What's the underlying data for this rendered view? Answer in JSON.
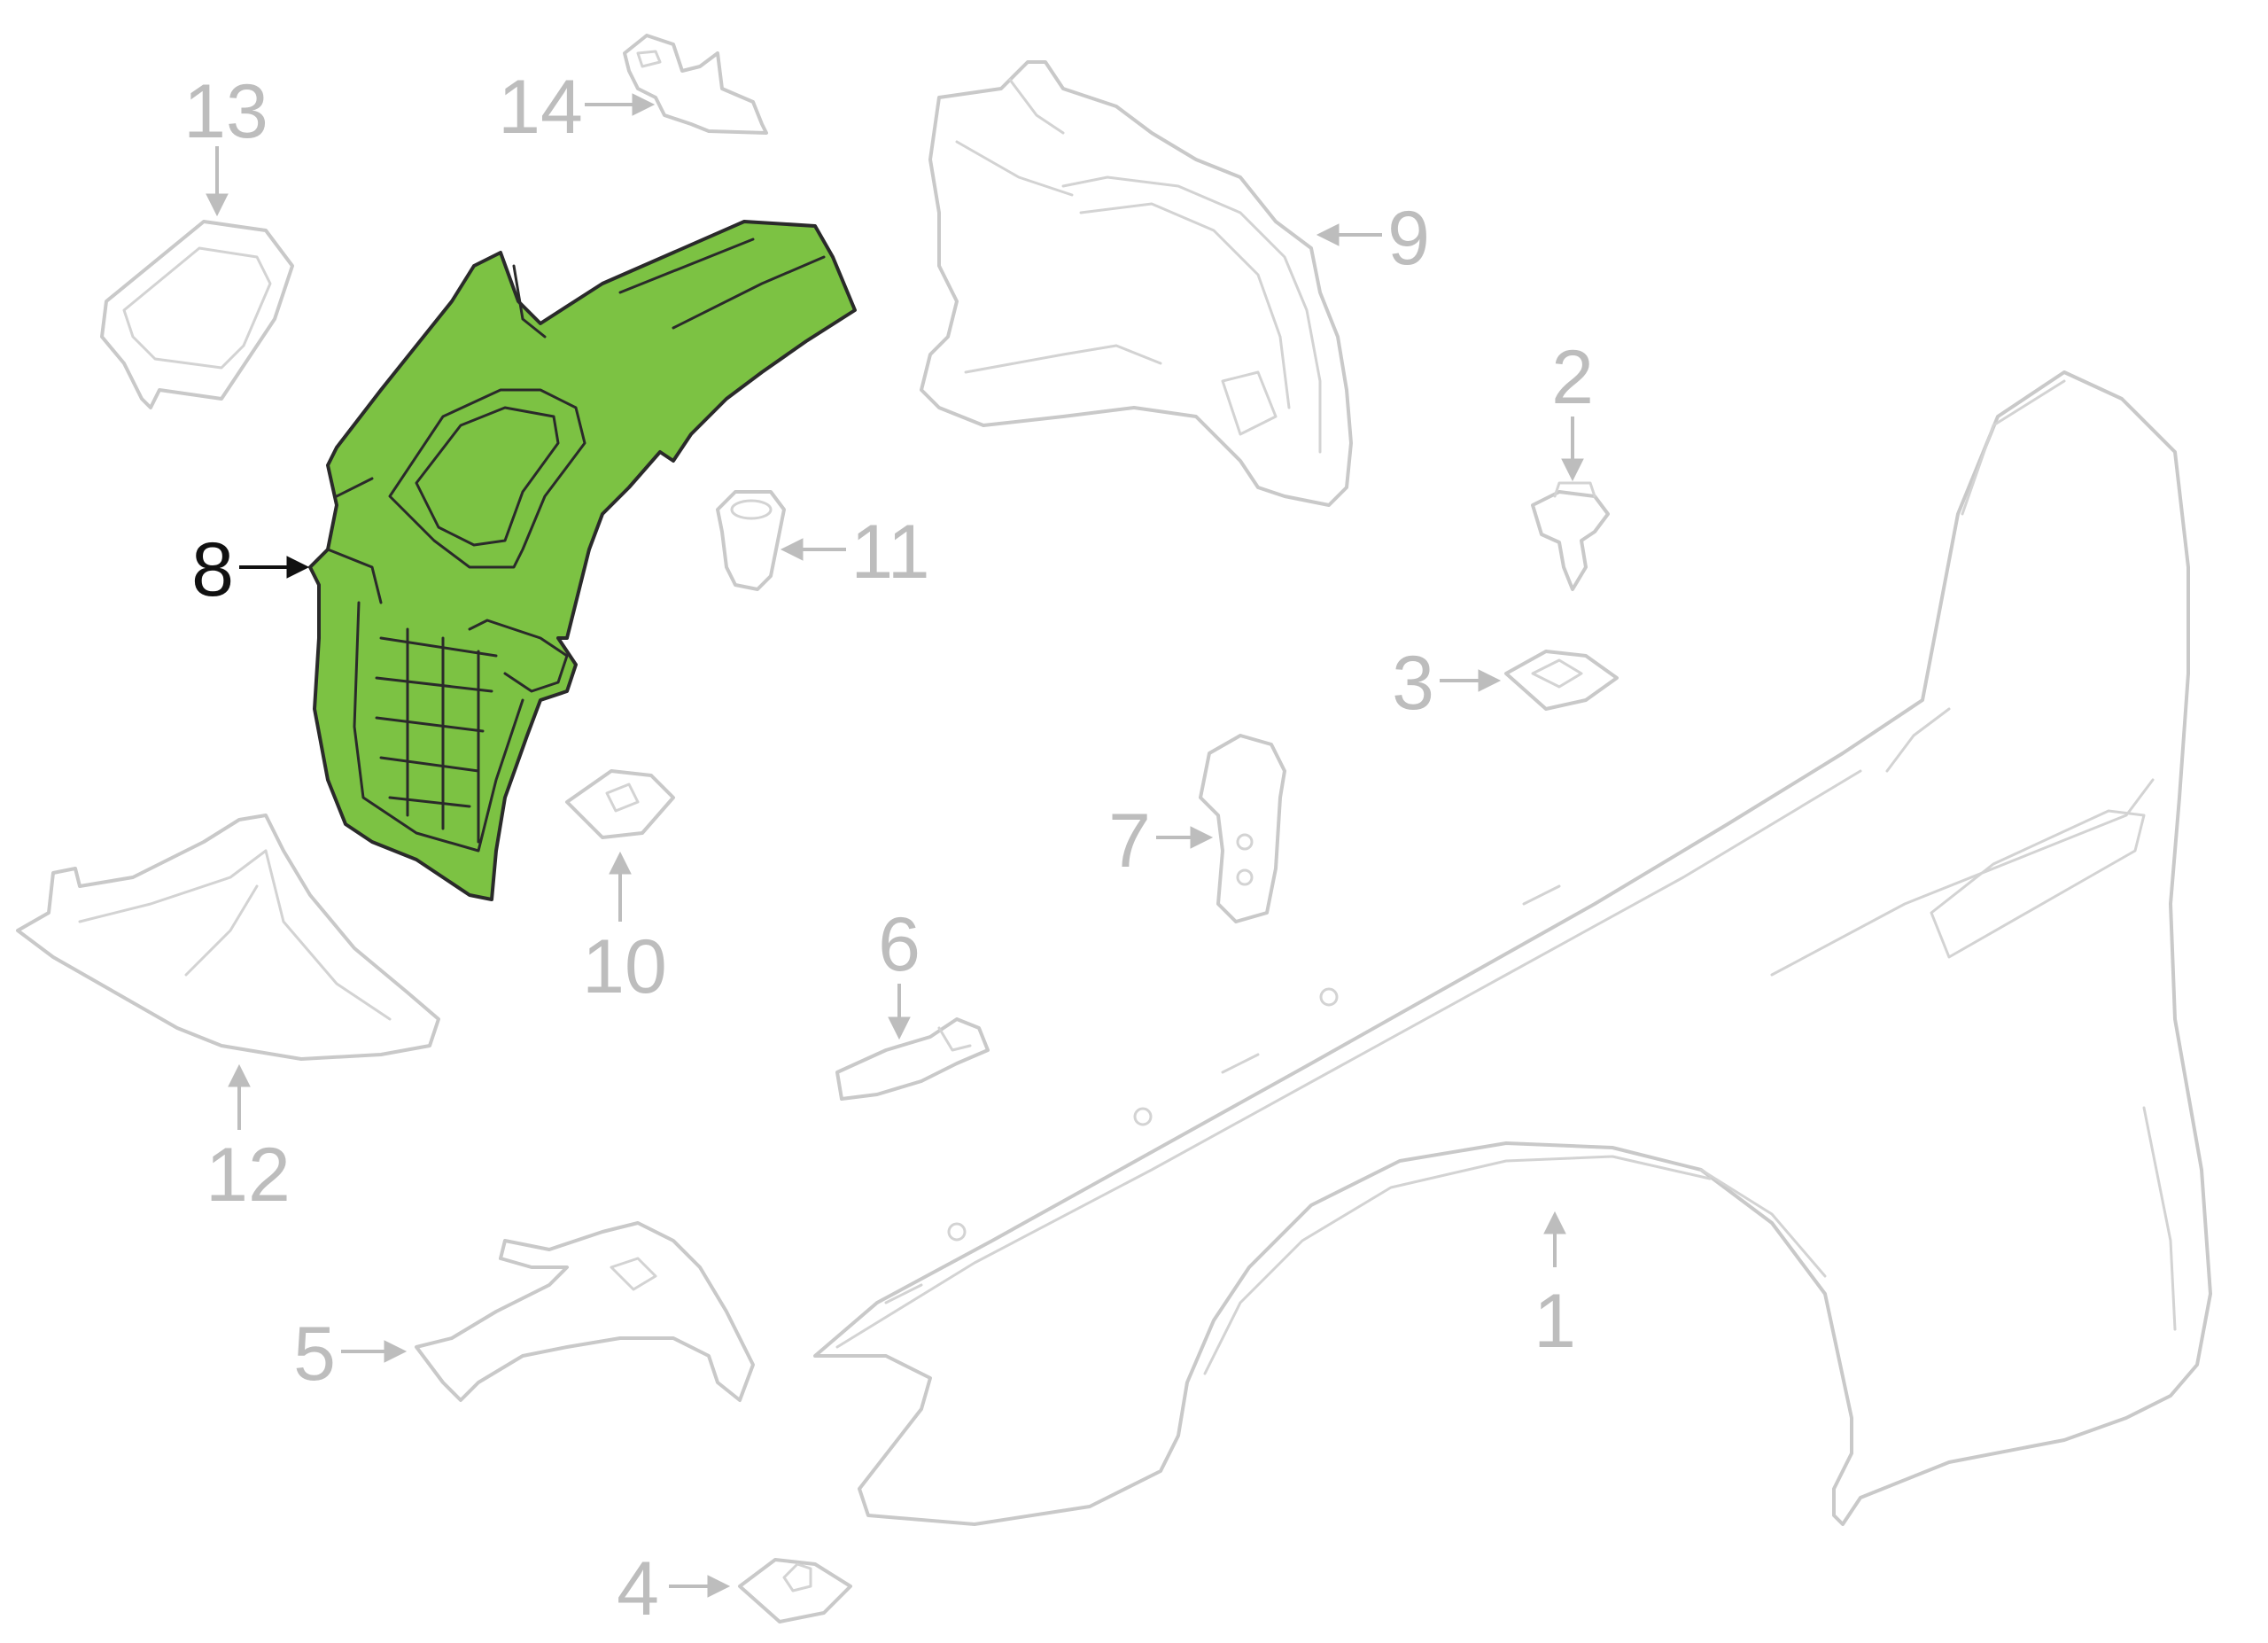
{
  "diagram": {
    "callouts": [
      {
        "id": "1",
        "label": "1",
        "highlighted": false
      },
      {
        "id": "2",
        "label": "2",
        "highlighted": false
      },
      {
        "id": "3",
        "label": "3",
        "highlighted": false
      },
      {
        "id": "4",
        "label": "4",
        "highlighted": false
      },
      {
        "id": "5",
        "label": "5",
        "highlighted": false
      },
      {
        "id": "6",
        "label": "6",
        "highlighted": false
      },
      {
        "id": "7",
        "label": "7",
        "highlighted": false
      },
      {
        "id": "8",
        "label": "8",
        "highlighted": true
      },
      {
        "id": "9",
        "label": "9",
        "highlighted": false
      },
      {
        "id": "10",
        "label": "10",
        "highlighted": false
      },
      {
        "id": "11",
        "label": "11",
        "highlighted": false
      },
      {
        "id": "12",
        "label": "12",
        "highlighted": false
      },
      {
        "id": "13",
        "label": "13",
        "highlighted": false
      },
      {
        "id": "14",
        "label": "14",
        "highlighted": false
      }
    ],
    "colors": {
      "highlight_fill": "#7cc243",
      "highlight_stroke": "#2a2a2a",
      "faded_stroke": "#c9c9c9",
      "faded_label": "#bdbdbd",
      "active_label": "#111111"
    }
  }
}
